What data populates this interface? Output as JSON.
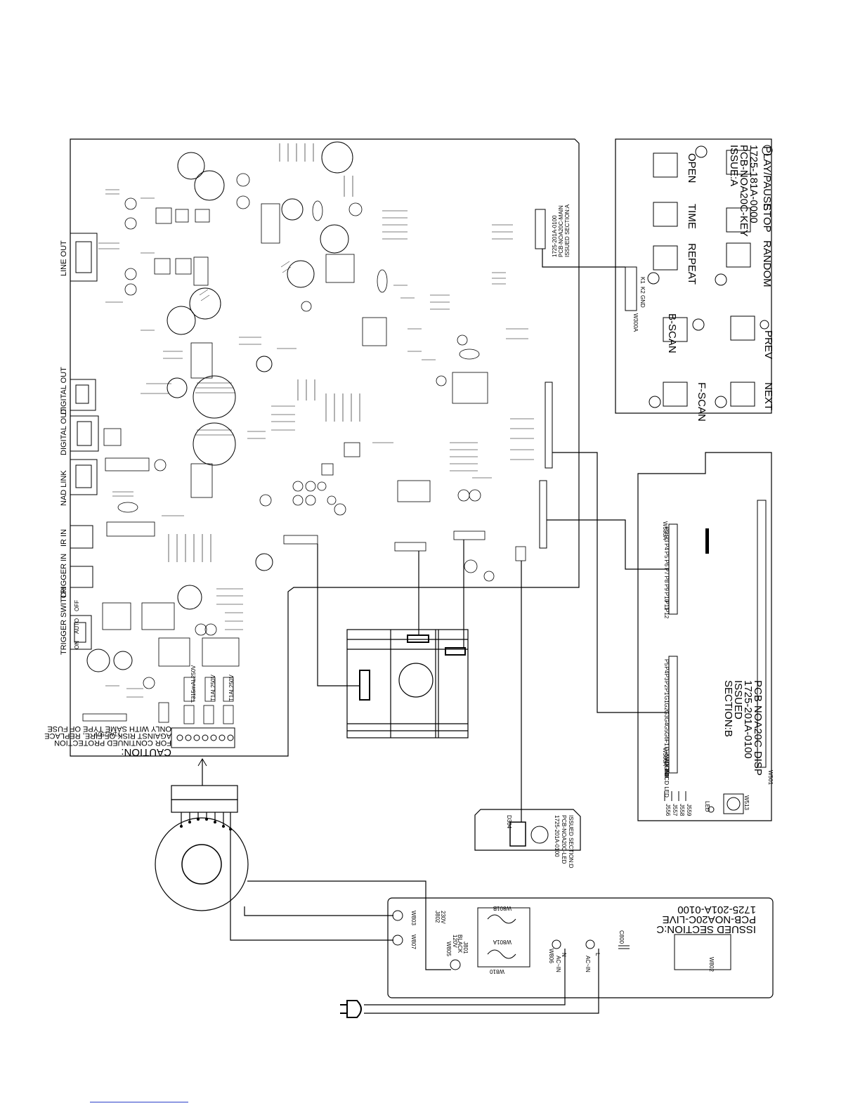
{
  "main_board": {
    "section_label": "1725-201A-0100",
    "pcb_name": "PCB-NOA20C-MAIN",
    "issue": "ISSUED SECTION:A",
    "jacks": [
      {
        "label": "LINE OUT"
      },
      {
        "label": "DIGITAL OUT"
      },
      {
        "label": "DIGITAL OUT"
      },
      {
        "label": "NAD LINK"
      },
      {
        "label": "IR IN"
      },
      {
        "label": "TRIGGER IN"
      },
      {
        "label": "TRIGGER SWITCH"
      }
    ],
    "caution": "CAUTION:",
    "caution_lines": [
      "FOR CONTINUED PROTECTION",
      "AGAINST RISK OF FIRE, REPLACE",
      "ONLY WITH SAME TYPE OF FUSE"
    ],
    "fuses": [
      "T1AL250V",
      "T315mAL250V",
      "T1AL250V",
      "T1AL250V"
    ],
    "switch_labels": [
      "AUTO",
      "OFF",
      "ON"
    ]
  },
  "key_board": {
    "part": "1725-181A-0000",
    "pcb_name": "PCB-NOA20C-KEY",
    "issue": "ISSUE:A",
    "buttons": [
      "PLAY/PAUSE",
      "STOP",
      "RANDOM",
      "OPEN",
      "TIME",
      "REPEAT",
      "PREV",
      "B-SCAN",
      "NEXT",
      "F-SCAN"
    ],
    "ref": "W300A",
    "pin_labels": [
      "K1",
      "K2",
      "GND"
    ]
  },
  "disp_board": {
    "pcb_name": "PCB-NOA20C-DISP",
    "part": "1725-201A-0100",
    "issue": "ISSUED",
    "section": "SECTION:B",
    "connector_a": "W505A",
    "connector_b": "W506A",
    "pins_a": [
      "P2",
      "P3",
      "P4",
      "P5",
      "P6",
      "P7",
      "P8",
      "P9",
      "P10",
      "P11",
      "P12"
    ],
    "pins_b": [
      "P5",
      "P4",
      "P3",
      "P2",
      "P1",
      "G1",
      "G2",
      "G3",
      "G4",
      "G5",
      "G6",
      "F1",
      "D+5V",
      "NADLINK",
      "DGND",
      "HDCD LED"
    ],
    "vfd": "W501",
    "led": "LED",
    "misc": [
      "J556",
      "J557",
      "J558",
      "J559",
      "W513"
    ]
  },
  "led_board": {
    "pcb_name": "PCB-NOA20C-LED",
    "part": "1725-201A-0100",
    "issue": "ISSUED SECTION:D",
    "ref": "D304"
  },
  "live_board": {
    "part": "1725-201A-0100",
    "pcb_name": "PCB-NOA20C-LIVE",
    "issue": "ISSUED SECTION:C",
    "labels": [
      "W802",
      "W803",
      "W805",
      "W806",
      "W807",
      "W810",
      "W801A",
      "W801B",
      "J801",
      "J802",
      "C800",
      "W802"
    ],
    "voltage": [
      "230V",
      "120V",
      "BLACK"
    ],
    "ac": [
      "AC~IN",
      "N",
      "L"
    ]
  }
}
